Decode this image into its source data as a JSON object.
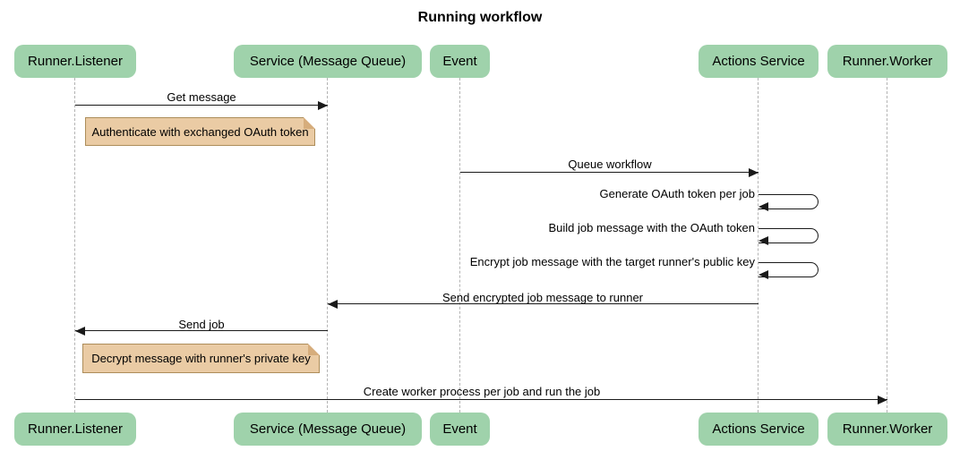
{
  "title": "Running workflow",
  "diagram": {
    "type": "sequence",
    "actors": [
      {
        "label": "Runner.Listener"
      },
      {
        "label": "Service (Message Queue)"
      },
      {
        "label": "Event"
      },
      {
        "label": "Actions Service"
      },
      {
        "label": "Runner.Worker"
      }
    ],
    "messages": [
      {
        "label": "Get message",
        "from": "Runner.Listener",
        "to": "Service (Message Queue)",
        "self": false
      },
      {
        "label": "Queue workflow",
        "from": "Event",
        "to": "Actions Service",
        "self": false
      },
      {
        "label": "Generate OAuth token per job",
        "from": "Actions Service",
        "to": "Actions Service",
        "self": true
      },
      {
        "label": "Build job message with the OAuth token",
        "from": "Actions Service",
        "to": "Actions Service",
        "self": true
      },
      {
        "label": "Encrypt job message with the target runner's public key",
        "from": "Actions Service",
        "to": "Actions Service",
        "self": true
      },
      {
        "label": "Send encrypted job message to runner",
        "from": "Actions Service",
        "to": "Service (Message Queue)",
        "self": false
      },
      {
        "label": "Send job",
        "from": "Service (Message Queue)",
        "to": "Runner.Listener",
        "self": false
      },
      {
        "label": "Create worker process per job and run the job",
        "from": "Runner.Listener",
        "to": "Runner.Worker",
        "self": false
      }
    ],
    "notes": [
      {
        "label": "Authenticate with exchanged OAuth token",
        "anchor": "Runner.Listener"
      },
      {
        "label": "Decrypt message with runner's private key",
        "anchor": "Runner.Listener"
      }
    ]
  },
  "colors": {
    "actor_fill": "#9fd2ab",
    "note_fill": "#eacba4",
    "note_border": "#ad8d5a",
    "lifeline": "#b3b3b3",
    "message": "#1a1a1a"
  }
}
